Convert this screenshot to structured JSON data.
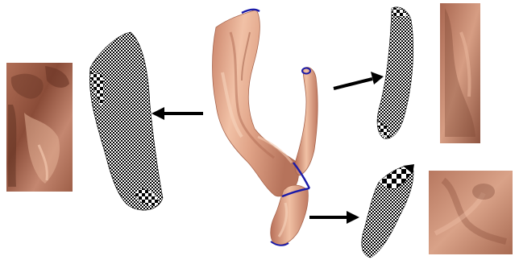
{
  "colors": {
    "background": "#ffffff",
    "surface_light": "#e8b39a",
    "surface_mid": "#d4937a",
    "surface_dark": "#9a5a44",
    "boundary_cut": "#1a1aa8",
    "arrow": "#000000",
    "checker_dark": "#000000",
    "checker_light": "#ffffff",
    "texture_light": "#c98c74",
    "texture_dark": "#7a4432"
  },
  "icons": {
    "mesh": "3d-branched-surface-mesh",
    "checker": "checkerboard-parameterization",
    "texture": "flattened-texture-map",
    "arrow": "right-or-left-arrow"
  }
}
